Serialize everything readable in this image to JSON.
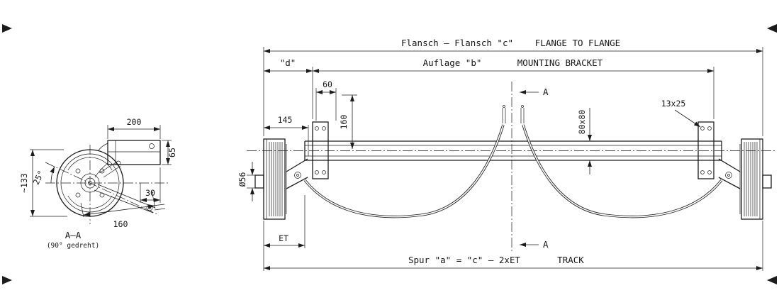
{
  "drawing": {
    "colors": {
      "line": "#1c1c1c",
      "background": "#ffffff"
    },
    "labels": {
      "flange_de": "Flansch – Flansch \"c\"",
      "flange_en": "FLANGE TO FLANGE",
      "d_ref": "\"d\"",
      "bracket_de": "Auflage \"b\"",
      "bracket_en": "MOUNTING BRACKET",
      "dim_60": "60",
      "dim_160_bracket": "160",
      "dim_145": "145",
      "dim_80x80": "80x80",
      "dim_13x25": "13x25",
      "dim_dia_56": "Ø56",
      "dim_et": "ET",
      "track_de": "Spur \"a\" = \"c\" – 2xET",
      "track_en": "TRACK",
      "section_arrow_top": "A",
      "section_arrow_bottom": "A",
      "dim_200": "200",
      "dim_65": "65",
      "dim_133": "~133",
      "dim_25deg": "25°",
      "dim_30": "30",
      "dim_160_lever": "160",
      "section_title": "A–A",
      "section_note": "(90° gedreht)"
    }
  }
}
